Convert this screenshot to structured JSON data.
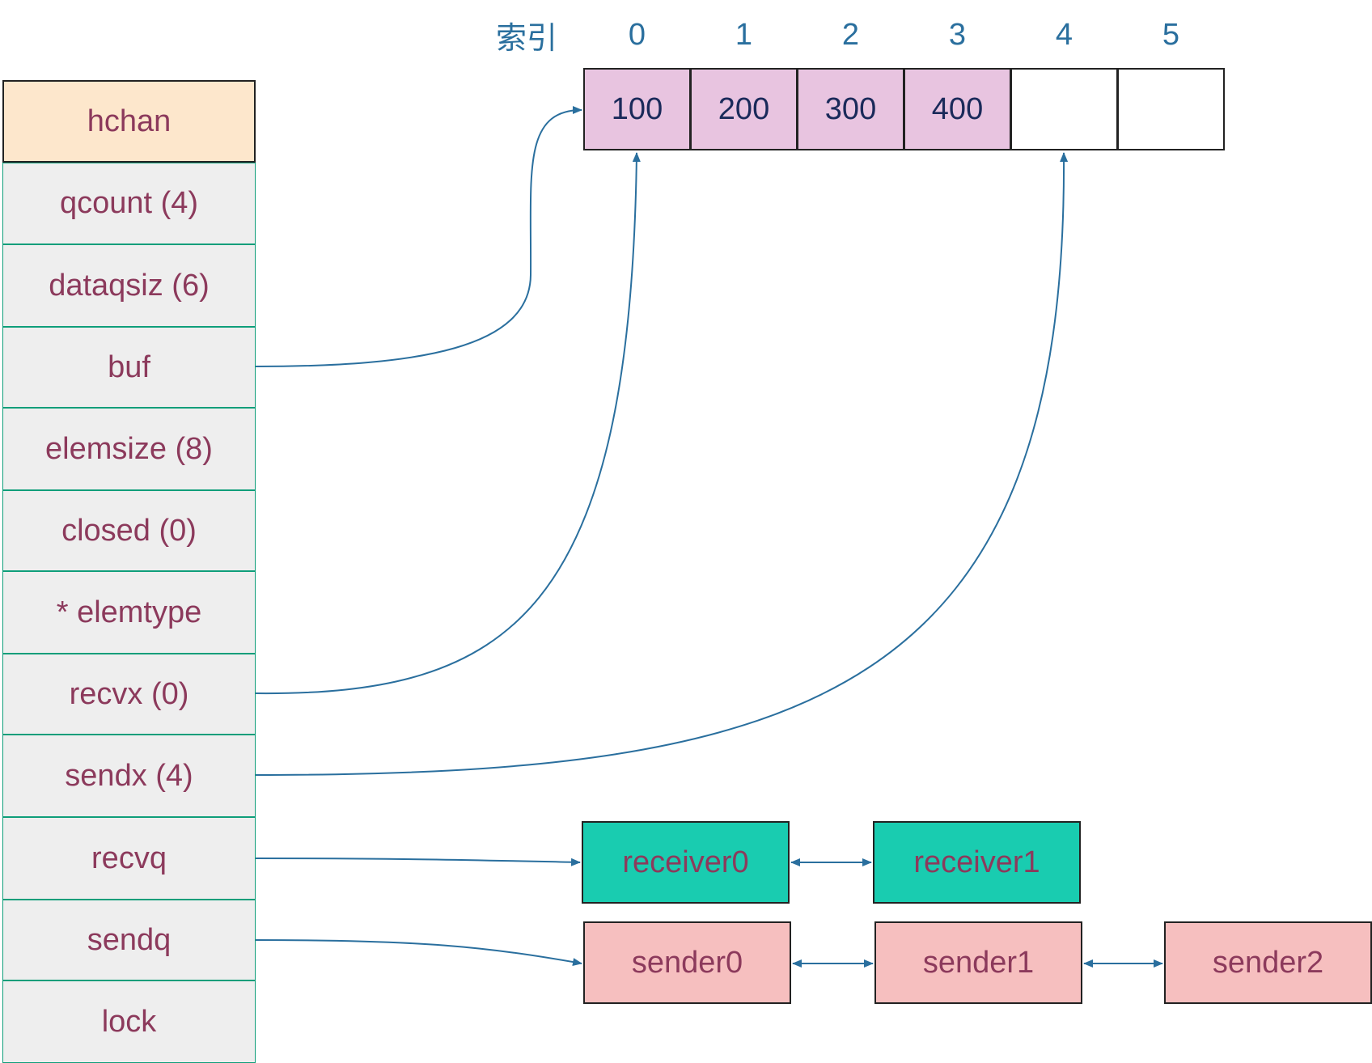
{
  "struct": {
    "title": "hchan",
    "fields": [
      "qcount (4)",
      "dataqsiz (6)",
      "buf",
      "elemsize (8)",
      "closed (0)",
      "* elemtype",
      "recvx (0)",
      "sendx (4)",
      "recvq",
      "sendq",
      "lock"
    ]
  },
  "buffer": {
    "index_label": "索引",
    "indices": [
      "0",
      "1",
      "2",
      "3",
      "4",
      "5"
    ],
    "values": [
      "100",
      "200",
      "300",
      "400",
      "",
      ""
    ]
  },
  "recvq": [
    "receiver0",
    "receiver1"
  ],
  "sendq": [
    "sender0",
    "sender1",
    "sender2"
  ],
  "colors": {
    "header_fill": "#fde7cc",
    "field_fill": "#eeeeee",
    "field_border": "#0f9e7a",
    "field_text": "#8c3a5c",
    "index_text": "#2a6f9e",
    "buffer_filled": "#e8c4e0",
    "buffer_text": "#1a2a5a",
    "receiver_fill": "#19ccb0",
    "sender_fill": "#f6bfbf",
    "arrow": "#2a6f9e"
  }
}
